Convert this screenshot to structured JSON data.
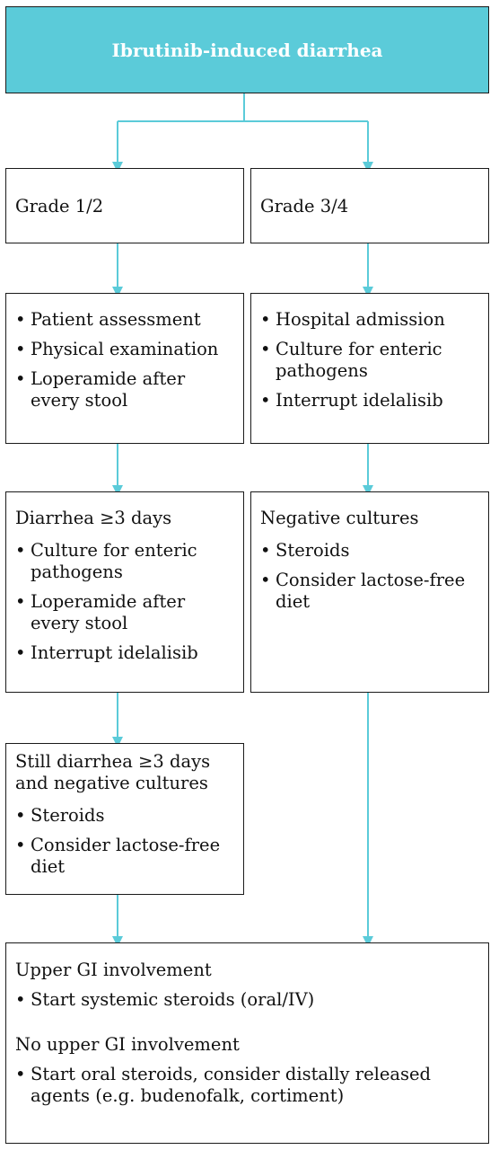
{
  "title": "Ibrutinib-induced diarrhea",
  "left": {
    "grade": "Grade 1/2",
    "step1": [
      "Patient assessment",
      "Physical examination",
      "Loperamide after every stool"
    ],
    "step2_heading": "Diarrhea ≥3 days",
    "step2": [
      "Culture for enteric pathogens",
      "Loperamide after every stool",
      "Interrupt idelalisib"
    ],
    "step3_heading": "Still diarrhea ≥3 days and negative cultures",
    "step3": [
      "Steroids",
      "Consider lactose-free diet"
    ]
  },
  "right": {
    "grade": "Grade 3/4",
    "step1": [
      "Hospital admission",
      "Culture for enteric pathogens",
      "Interrupt idelalisib"
    ],
    "step2_heading": "Negative cultures",
    "step2": [
      "Steroids",
      "Consider lactose-free diet"
    ]
  },
  "bottom": {
    "heading1": "Upper GI involvement",
    "item1": "Start systemic steroids (oral/IV)",
    "heading2": "No upper GI involvement",
    "item2": "Start oral steroids, consider distally released agents (e.g. budenofalk, cortiment)"
  },
  "colors": {
    "accent": "#5bcbd9",
    "border": "#1a1a1a"
  }
}
